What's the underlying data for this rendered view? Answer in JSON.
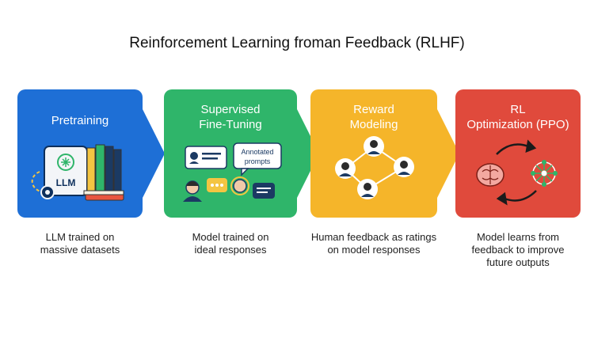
{
  "title": "Reinforcement Learning froman Feedback (RLHF)",
  "colors": {
    "pretraining": "#1e6fd6",
    "supervised": "#2fb56a",
    "reward": "#f5b52a",
    "rl": "#e04a3c"
  },
  "stages": [
    {
      "label_lines": [
        "Pretraining"
      ],
      "illustration_text": "LLM",
      "icons": [
        "brain-chip-icon",
        "book-stack-icon",
        "gear-icon"
      ],
      "caption_lines": [
        "LLM trained on",
        "massive datasets"
      ]
    },
    {
      "label_lines": [
        "Supervised",
        "Fine-Tuning"
      ],
      "illustration_text": [
        "Annotated",
        "prompts"
      ],
      "icons": [
        "user-card-icon",
        "person-icon",
        "chat-bubble-icon",
        "annotated-prompts-bubble"
      ],
      "caption_lines": [
        "Model trained on",
        "ideal responses"
      ]
    },
    {
      "label_lines": [
        "Reward",
        "Modeling"
      ],
      "icons": [
        "person-icon"
      ],
      "caption_lines": [
        "Human feedback as ratings",
        "on model responses"
      ]
    },
    {
      "label_lines": [
        "RL",
        "Optimization (PPO)"
      ],
      "icons": [
        "brain-icon",
        "cycle-arrows-icon",
        "network-icon"
      ],
      "caption_lines": [
        "Model learns from",
        "feedback to improve",
        "future outputs"
      ]
    }
  ]
}
